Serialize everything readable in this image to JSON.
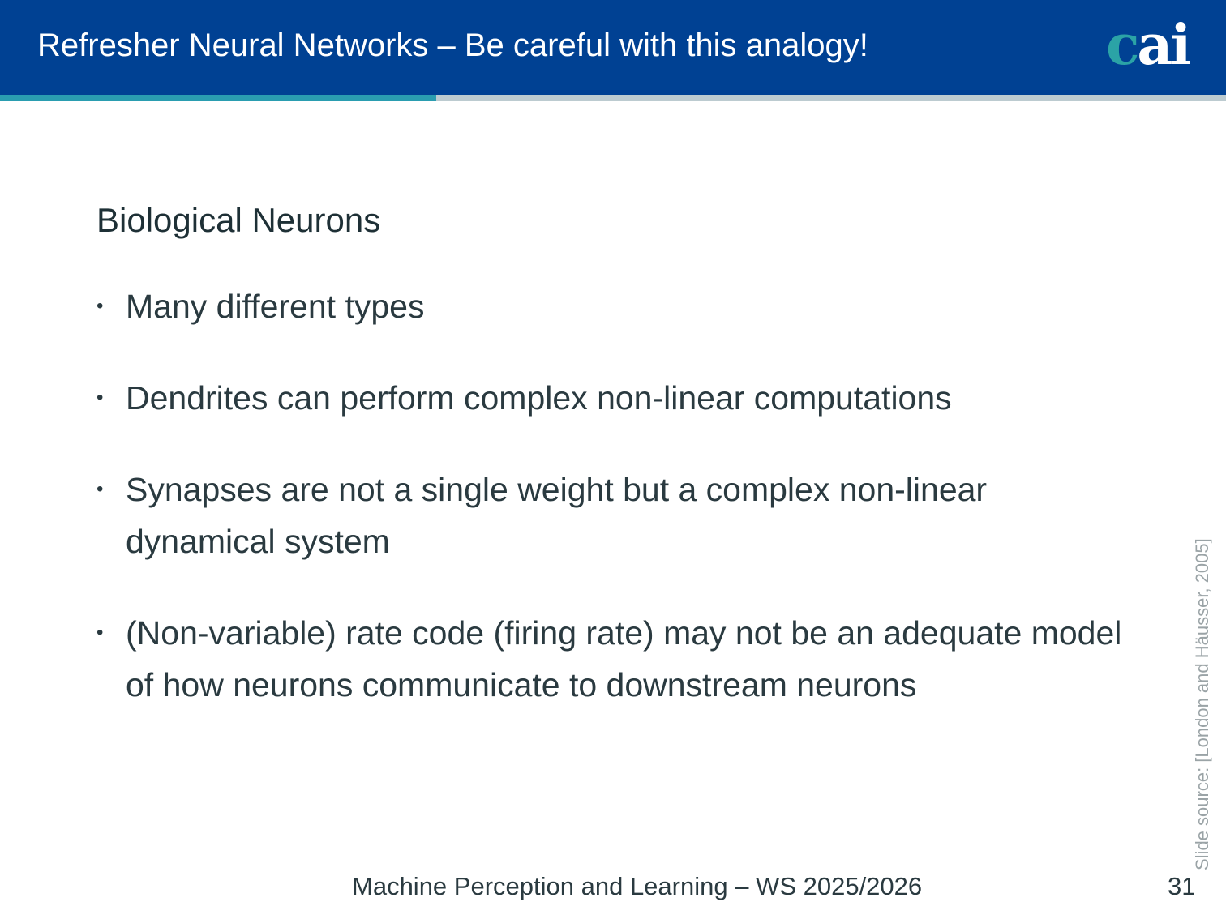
{
  "header": {
    "title": "Refresher Neural Networks – Be careful with this analogy!",
    "logo": "cai",
    "colors": {
      "header": "#004193",
      "accent": "#2a9db0"
    }
  },
  "content": {
    "heading": "Biological Neurons",
    "bullets": [
      "Many different types",
      "Dendrites can perform complex non-linear computations",
      "Synapses are not a single weight but a complex non-linear dynamical system",
      "(Non-variable) rate code (firing rate) may not be an adequate model of how neurons communicate to downstream neurons"
    ]
  },
  "footer": {
    "course": "Machine Perception and Learning – WS 2025/2026",
    "page": "31",
    "source": "Slide source: [London and Häusser, 2005]"
  }
}
